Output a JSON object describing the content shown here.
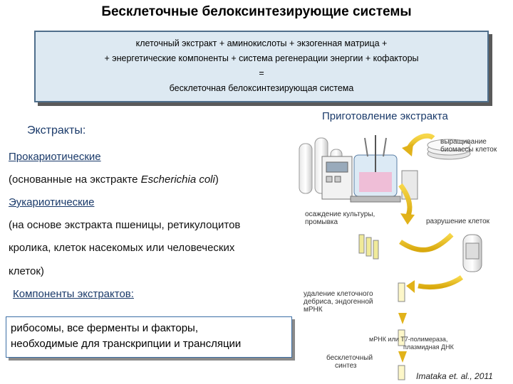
{
  "title": "Бесклеточные белоксинтезирующие системы",
  "formula": {
    "line1": "клеточный экстракт + аминокислоты + экзогенная матрица +",
    "line2": "+ энергетические компоненты + система регенерации энергии + кофакторы",
    "equals": "=",
    "result": "бесклеточная белоксинтезирующая система"
  },
  "extracts_heading": "Экстракты:",
  "prokaryotic": {
    "heading": "Прокариотические",
    "desc_prefix": "(основанные на экстракте ",
    "desc_italic": "Escherichia coli",
    "desc_suffix": ")"
  },
  "eukaryotic": {
    "heading": "Эукариотические",
    "line1": "(на основе экстракта пшеницы, ретикулоцитов",
    "line2": "кролика, клеток насекомых или человеческих",
    "line3": "клеток)"
  },
  "components": {
    "heading": "Компоненты экстрактов:",
    "line1": "рибосомы, все ферменты и факторы,",
    "line2": "необходимые для транскрипции и трансляции"
  },
  "diagram": {
    "heading": "Приготовление экстракта",
    "step1a": "выращивание",
    "step1b": "биомассы клеток",
    "step2a": "осаждение культуры,",
    "step2b": "промывка",
    "step3": "разрушение клеток",
    "step4a": "удаление клеточного",
    "step4b": "дебриса, эндогенной",
    "step4c": "мРНК",
    "step5a": "мРНК или Т7-полимераза,",
    "step5b": "плазмидная ДНК",
    "step6a": "бесклеточный",
    "step6b": "синтез"
  },
  "citation": "Imataka et. al., 2011",
  "colors": {
    "box_fill": "#dde9f2",
    "box_border": "#4f6f8c",
    "heading_blue": "#1a3a6a",
    "arrow_yellow": "#f0c419"
  }
}
